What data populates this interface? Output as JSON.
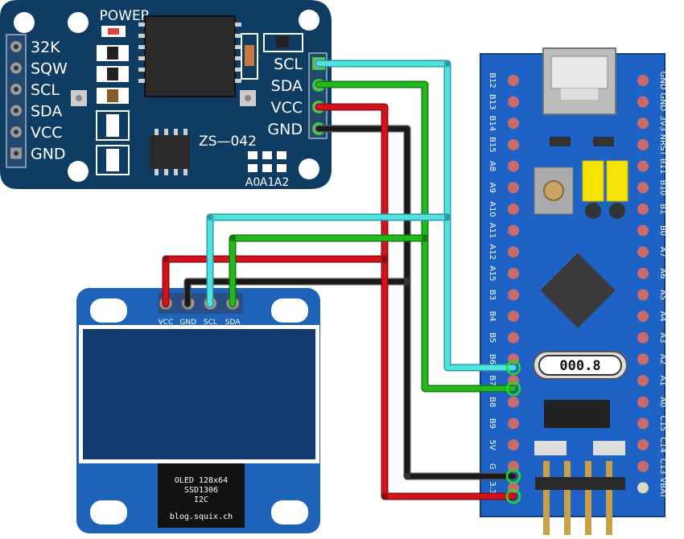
{
  "rtc_module": {
    "power_label": "POWER",
    "model": "ZS—042",
    "left_pins": [
      "32K",
      "SQW",
      "SCL",
      "SDA",
      "VCC",
      "GND"
    ],
    "right_pins": [
      "SCL",
      "SDA",
      "VCC",
      "GND"
    ],
    "address_pads": [
      "A0",
      "A1",
      "A2"
    ]
  },
  "oled_module": {
    "pins": [
      "VCC",
      "GND",
      "SCL",
      "SDA"
    ],
    "chip_line1": "OLED 128x64",
    "chip_line2": "SSD1306",
    "chip_line3": "I2C",
    "credit": "blog.squix.ch"
  },
  "stm32_board": {
    "left_pins": [
      "B12",
      "B13",
      "B14",
      "B15",
      "A8",
      "A9",
      "A10",
      "A11",
      "A12",
      "A15",
      "B3",
      "B4",
      "B5",
      "B6",
      "B7",
      "B8",
      "B9",
      "5V",
      "G",
      "3.3"
    ],
    "right_pins": [
      "GND",
      "GND",
      "3V3",
      "NRST",
      "B11",
      "B10",
      "B1",
      "B0",
      "A7",
      "A6",
      "A5",
      "A4",
      "A3",
      "A2",
      "A1",
      "A0",
      "C15",
      "C14",
      "C13",
      "VBAT"
    ],
    "crystal_label": "000.8"
  },
  "wire_colors": {
    "scl": "#4fe3e0",
    "sda": "#22b81e",
    "vcc": "#d4121a",
    "gnd": "#1a1a1a"
  }
}
